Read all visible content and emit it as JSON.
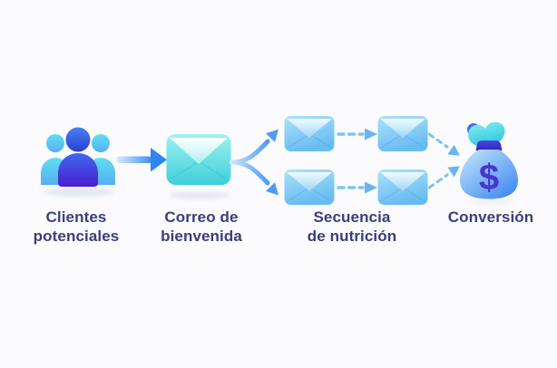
{
  "funnel": {
    "stages": [
      {
        "id": "clientes-potenciales",
        "label": "Clientes\npotenciales",
        "icon": "users-group-icon"
      },
      {
        "id": "correo-de-bienvenida",
        "label": "Correo de\nbienvenida",
        "icon": "envelope-teal-icon"
      },
      {
        "id": "secuencia-de-nutricion",
        "label": "Secuencia\nde nutrición",
        "icon": "envelope-grid-icon"
      },
      {
        "id": "conversion",
        "label": "Conversión",
        "icon": "money-bag-icon"
      }
    ],
    "edges": [
      {
        "from": "clientes-potenciales",
        "to": "correo-de-bienvenida",
        "style": "solid-arrow"
      },
      {
        "from": "correo-de-bienvenida",
        "to": "secuencia-de-nutricion",
        "style": "split-solid-arrows"
      },
      {
        "from": "secuencia-de-nutricion",
        "to": "secuencia-de-nutricion",
        "style": "dashed-arrows-between-envelopes"
      },
      {
        "from": "secuencia-de-nutricion",
        "to": "conversion",
        "style": "converging-dashed-arrows"
      }
    ],
    "money_bag_symbol": "$",
    "colors": {
      "background": "#f8f8fb",
      "label_text": "#3a3e7e",
      "solid_arrow": "#2f86f0",
      "dashed_arrow": "#7cc4f2",
      "welcome_envelope_teal": "#3ecfda",
      "nurture_envelope_blue": "#68bcf2",
      "leads_cyan": "#57d2ee",
      "leads_indigo": "#4a1ed0",
      "money_bag_blue": "#4e92f2",
      "money_bag_knot_teal": "#2fc8dc",
      "tie_indigo": "#3a34c8",
      "dollar_indigo": "#4936cc"
    }
  }
}
